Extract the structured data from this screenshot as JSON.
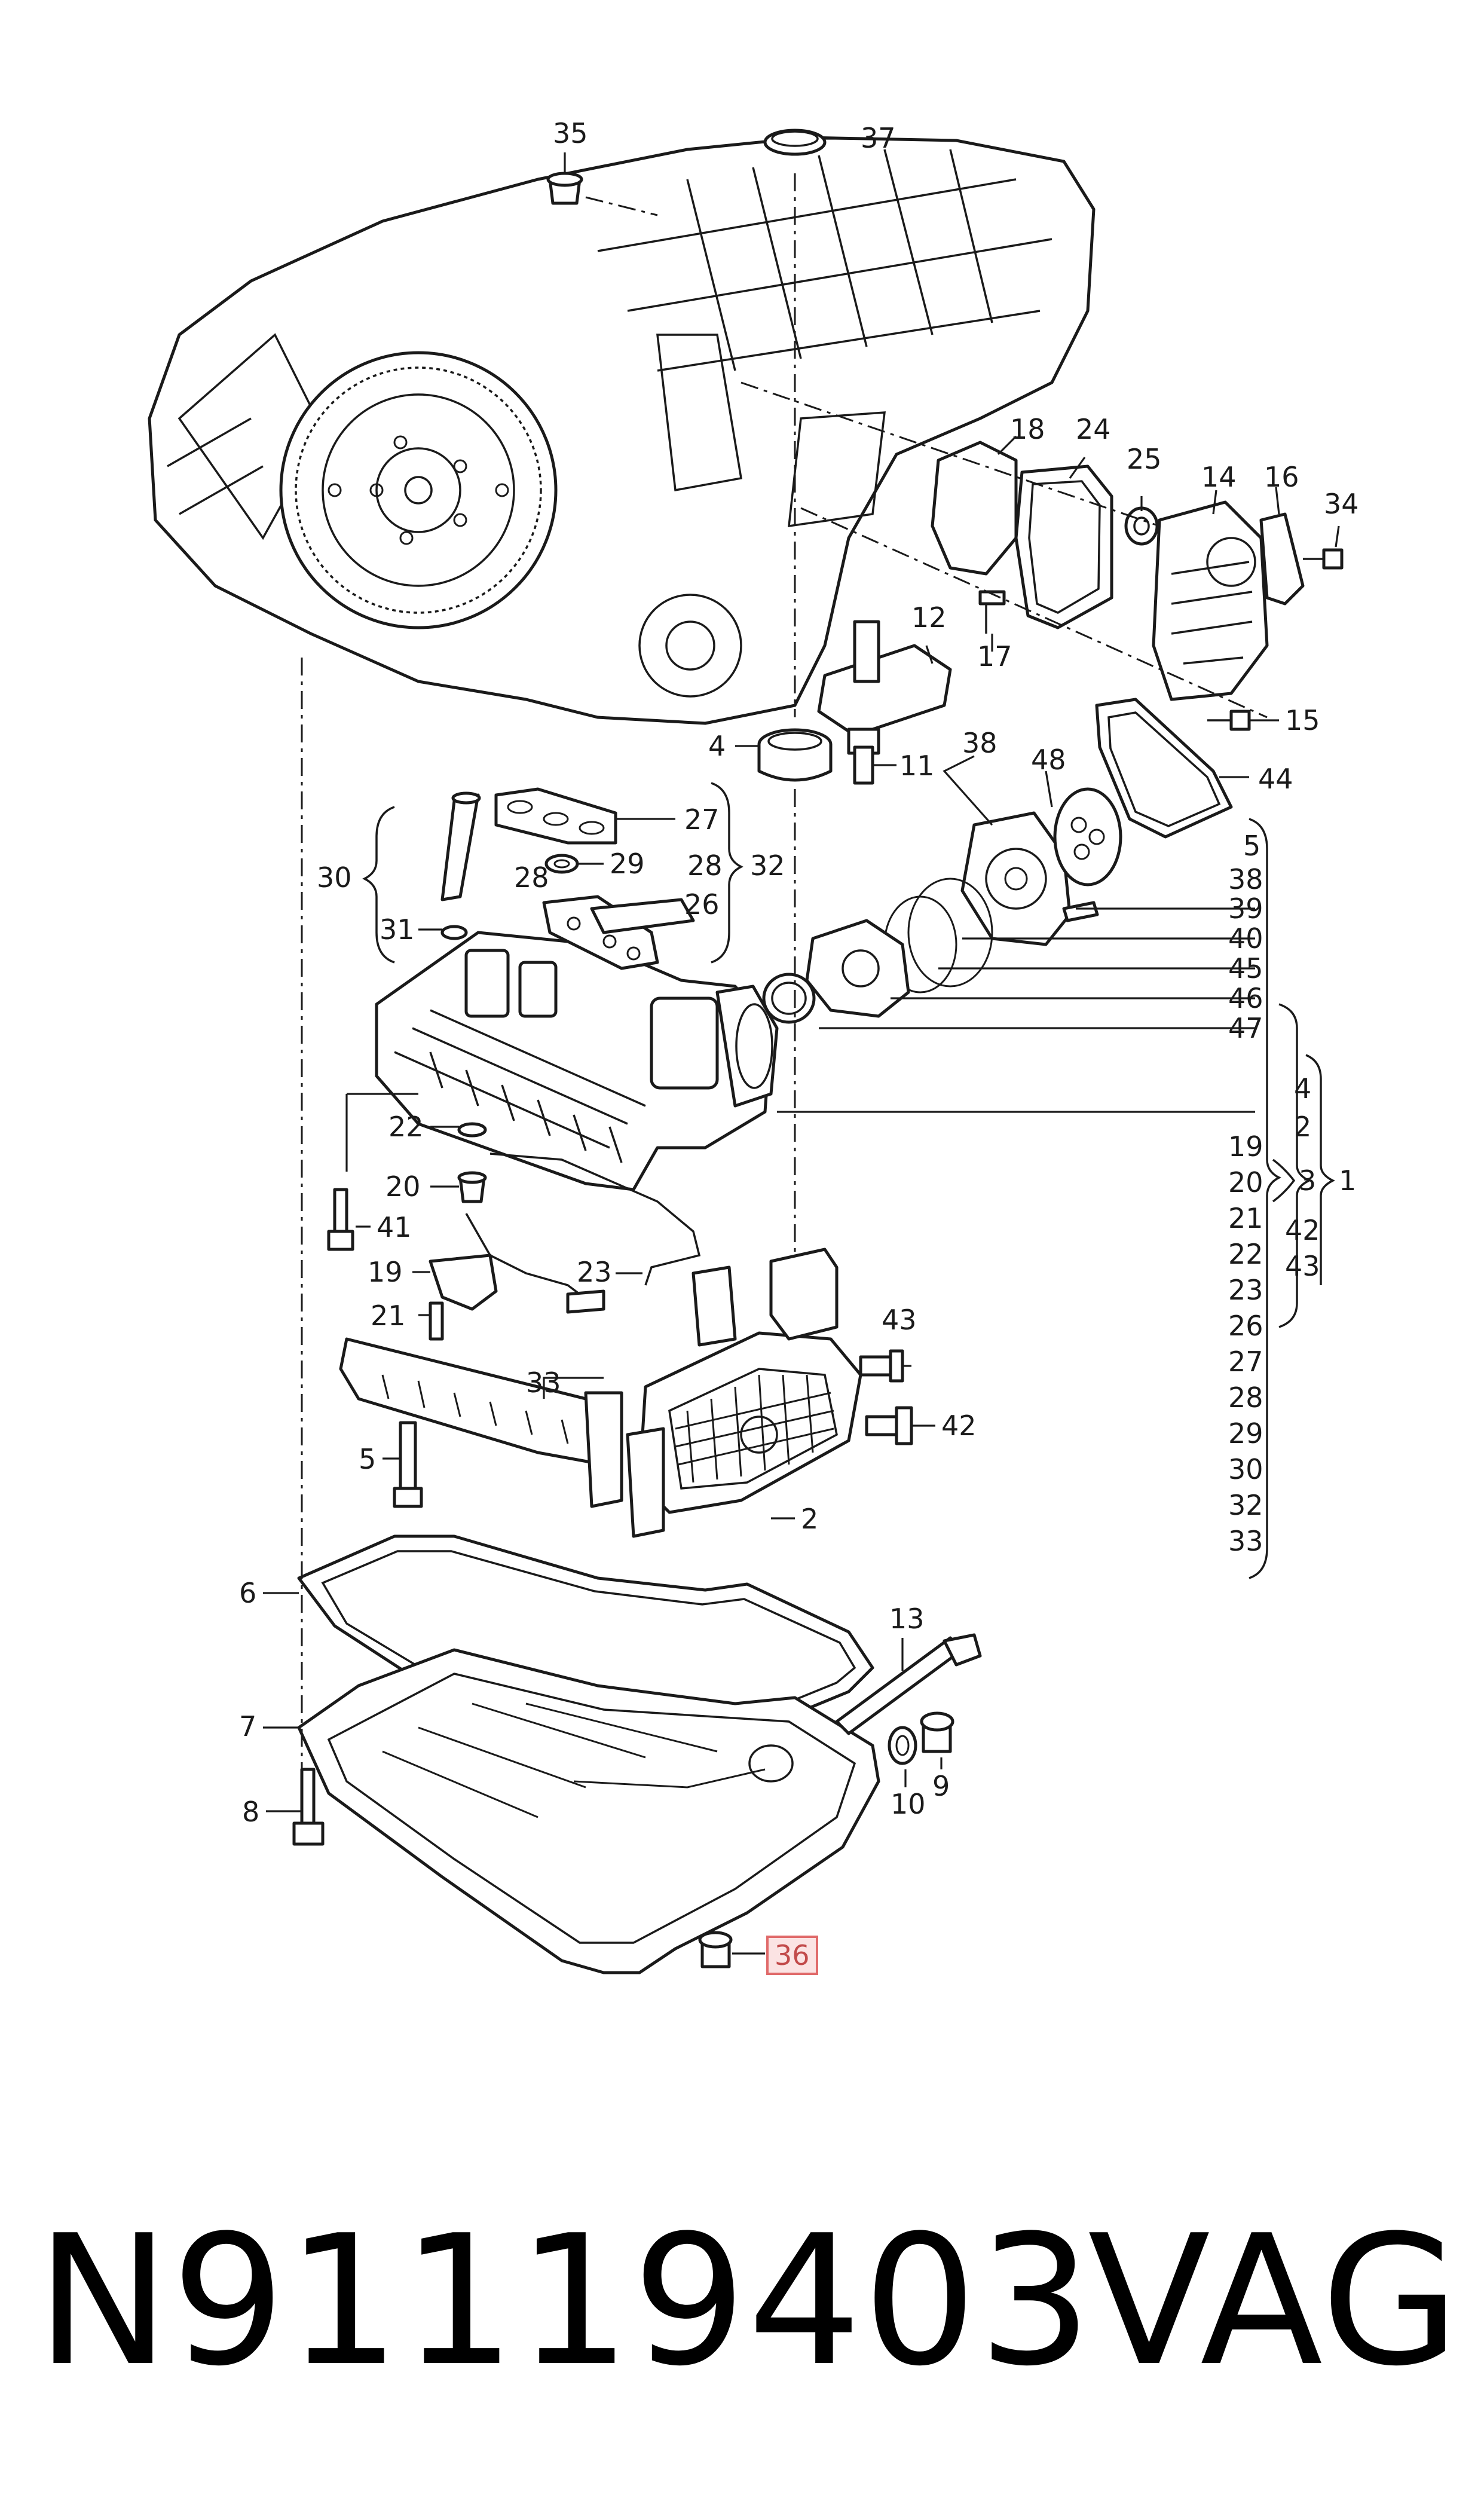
{
  "diagram": {
    "callouts": {
      "c35": "35",
      "c37": "37",
      "c18": "18",
      "c24": "24",
      "c25": "25",
      "c14": "14",
      "c16": "16",
      "c34": "34",
      "c12": "12",
      "c17": "17",
      "c15": "15",
      "c4": "4",
      "c11": "11",
      "c38": "38",
      "c48": "48",
      "c44": "44",
      "c27": "27",
      "c32": "32",
      "c28a": "28",
      "c29": "29",
      "c28b": "28",
      "c26": "26",
      "c30": "30",
      "c31": "31",
      "c22": "22",
      "c20": "20",
      "c41": "41",
      "c19": "19",
      "c23": "23",
      "c21": "21",
      "c43": "43",
      "c42": "42",
      "c33": "33",
      "c5": "5",
      "c2": "2",
      "c6": "6",
      "c13": "13",
      "c7": "7",
      "c10": "10",
      "c9": "9",
      "c8": "8",
      "c36": "36",
      "r39": "39",
      "r40": "40",
      "r45": "45",
      "r46": "46",
      "r47": "47"
    },
    "highlighted_part": "36",
    "right_column": [
      "5",
      "38",
      "39",
      "40",
      "45",
      "46",
      "47"
    ],
    "group_list": [
      "19",
      "20",
      "21",
      "22",
      "23",
      "26",
      "27",
      "28",
      "29",
      "30",
      "32",
      "33"
    ],
    "group_3_label": "3",
    "group_3_items": [
      "4",
      "2"
    ],
    "group_3_tail": [
      "42",
      "43"
    ],
    "group_1_label": "1"
  },
  "footer": {
    "part_number": "N91119403",
    "brand": "VAG"
  }
}
